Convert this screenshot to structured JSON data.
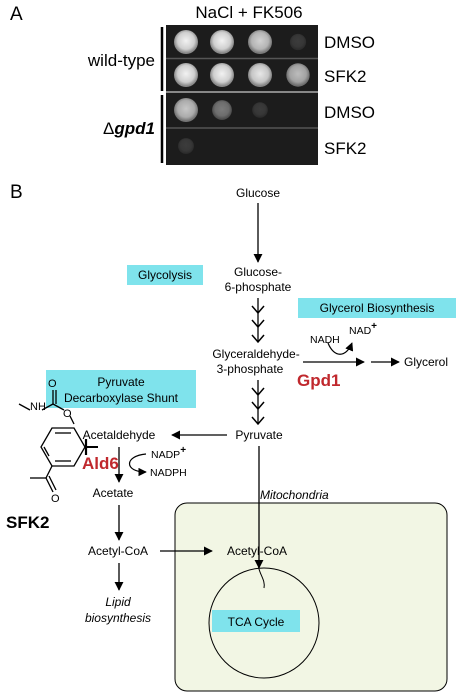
{
  "panel_a": {
    "letter": "A",
    "header": "NaCl + FK506",
    "strain_wt": "wild-type",
    "strain_mut_delta": "Δ",
    "strain_mut_gene": "gpd1",
    "rows": [
      {
        "treatment": "DMSO",
        "spots": [
          1.0,
          1.0,
          0.85,
          0.15
        ]
      },
      {
        "treatment": "SFK2",
        "spots": [
          1.0,
          1.0,
          0.95,
          0.75
        ]
      },
      {
        "treatment": "DMSO",
        "spots": [
          0.8,
          0.45,
          0.1,
          0.0
        ]
      },
      {
        "treatment": "SFK2",
        "spots": [
          0.12,
          0.0,
          0.0,
          0.0
        ]
      }
    ]
  },
  "panel_b": {
    "letter": "B",
    "nodes": {
      "glucose": "Glucose",
      "g6p_1": "Glucose-",
      "g6p_2": "6-phosphate",
      "g3p_1": "Glyceraldehyde-",
      "g3p_2": "3-phosphate",
      "glycerol": "Glycerol",
      "pyruvate": "Pyruvate",
      "acetaldehyde": "Acetaldehyde",
      "acetate": "Acetate",
      "acetyl_coa": "Acetyl-CoA",
      "acetyl_coa_mito": "Acetyl-CoA",
      "lipid_1": "Lipid",
      "lipid_2": "biosynthesis",
      "mito": "Mitochondria"
    },
    "cofactors": {
      "nadh": "NADH",
      "nad": "NAD",
      "nad_sup": "+",
      "nadp": "NADP",
      "nadp_sup": "+",
      "nadph": "NADPH"
    },
    "enzymes": {
      "gpd1": "Gpd1",
      "ald6": "Ald6"
    },
    "pathway_boxes": {
      "glycolysis": "Glycolysis",
      "glycerol_bio": "Glycerol Biosynthesis",
      "shunt_1": "Pyruvate",
      "shunt_2": "Decarboxylase Shunt",
      "tca": "TCA Cycle"
    },
    "compound": {
      "name": "SFK2",
      "atom_n": "NH",
      "atom_o1": "O",
      "atom_o2": "O",
      "atom_o3": "O"
    }
  },
  "colors": {
    "enzyme": "#c0282d",
    "box": "#7fe3ec",
    "mito_fill": "#f2f6e4",
    "plate": "#1a1a1a"
  }
}
